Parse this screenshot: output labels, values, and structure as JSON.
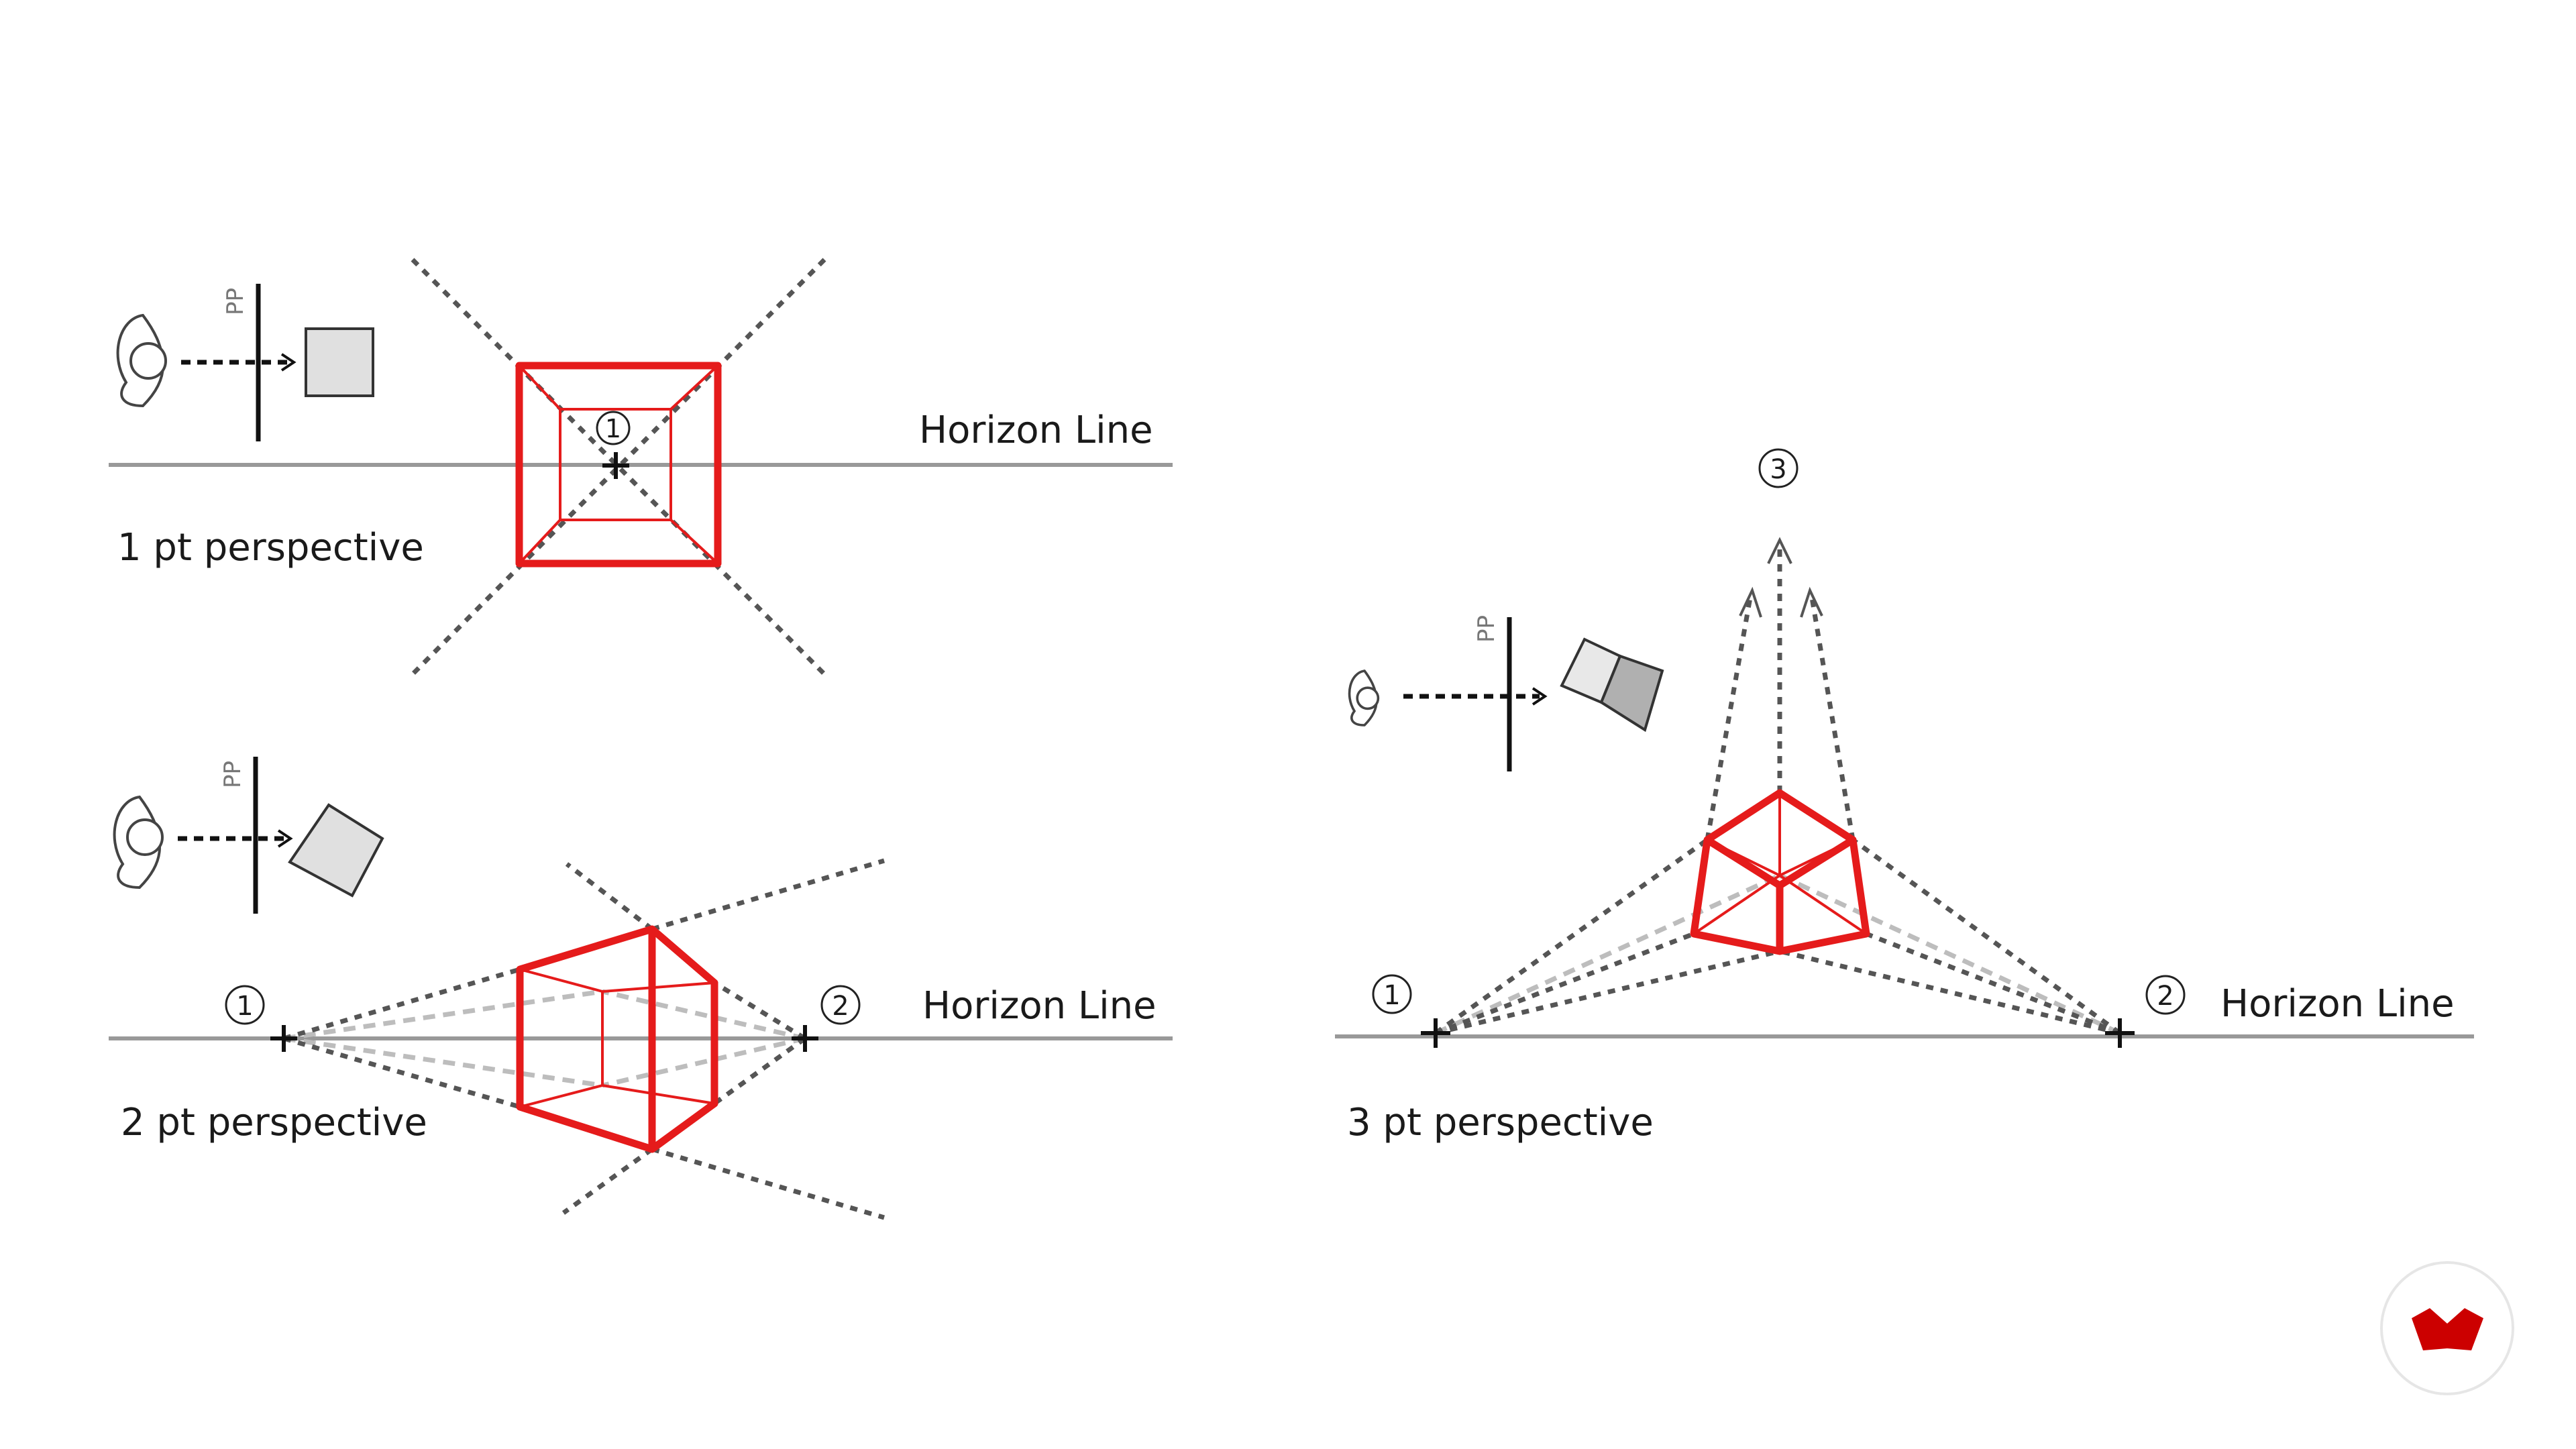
{
  "diagrams": [
    {
      "caption": "1 pt perspective",
      "horizon_label": "Horizon Line",
      "picture_plane_label": "PP",
      "vanishing_points": [
        "1"
      ]
    },
    {
      "caption": "2 pt perspective",
      "horizon_label": "Horizon Line",
      "picture_plane_label": "PP",
      "vanishing_points": [
        "1",
        "2"
      ]
    },
    {
      "caption": "3 pt perspective",
      "horizon_label": "Horizon Line",
      "picture_plane_label": "PP",
      "vanishing_points": [
        "1",
        "2",
        "3"
      ]
    }
  ],
  "colors": {
    "cube_edges": "#e51b1b",
    "construction_lines_dark": "#555555",
    "construction_lines_light": "#bdbdbd",
    "horizon": "#999999",
    "logo": "#cc0000"
  },
  "icons": [
    "viewer-icon",
    "picture-plane-icon",
    "object-cube-icon",
    "logo-icon"
  ]
}
